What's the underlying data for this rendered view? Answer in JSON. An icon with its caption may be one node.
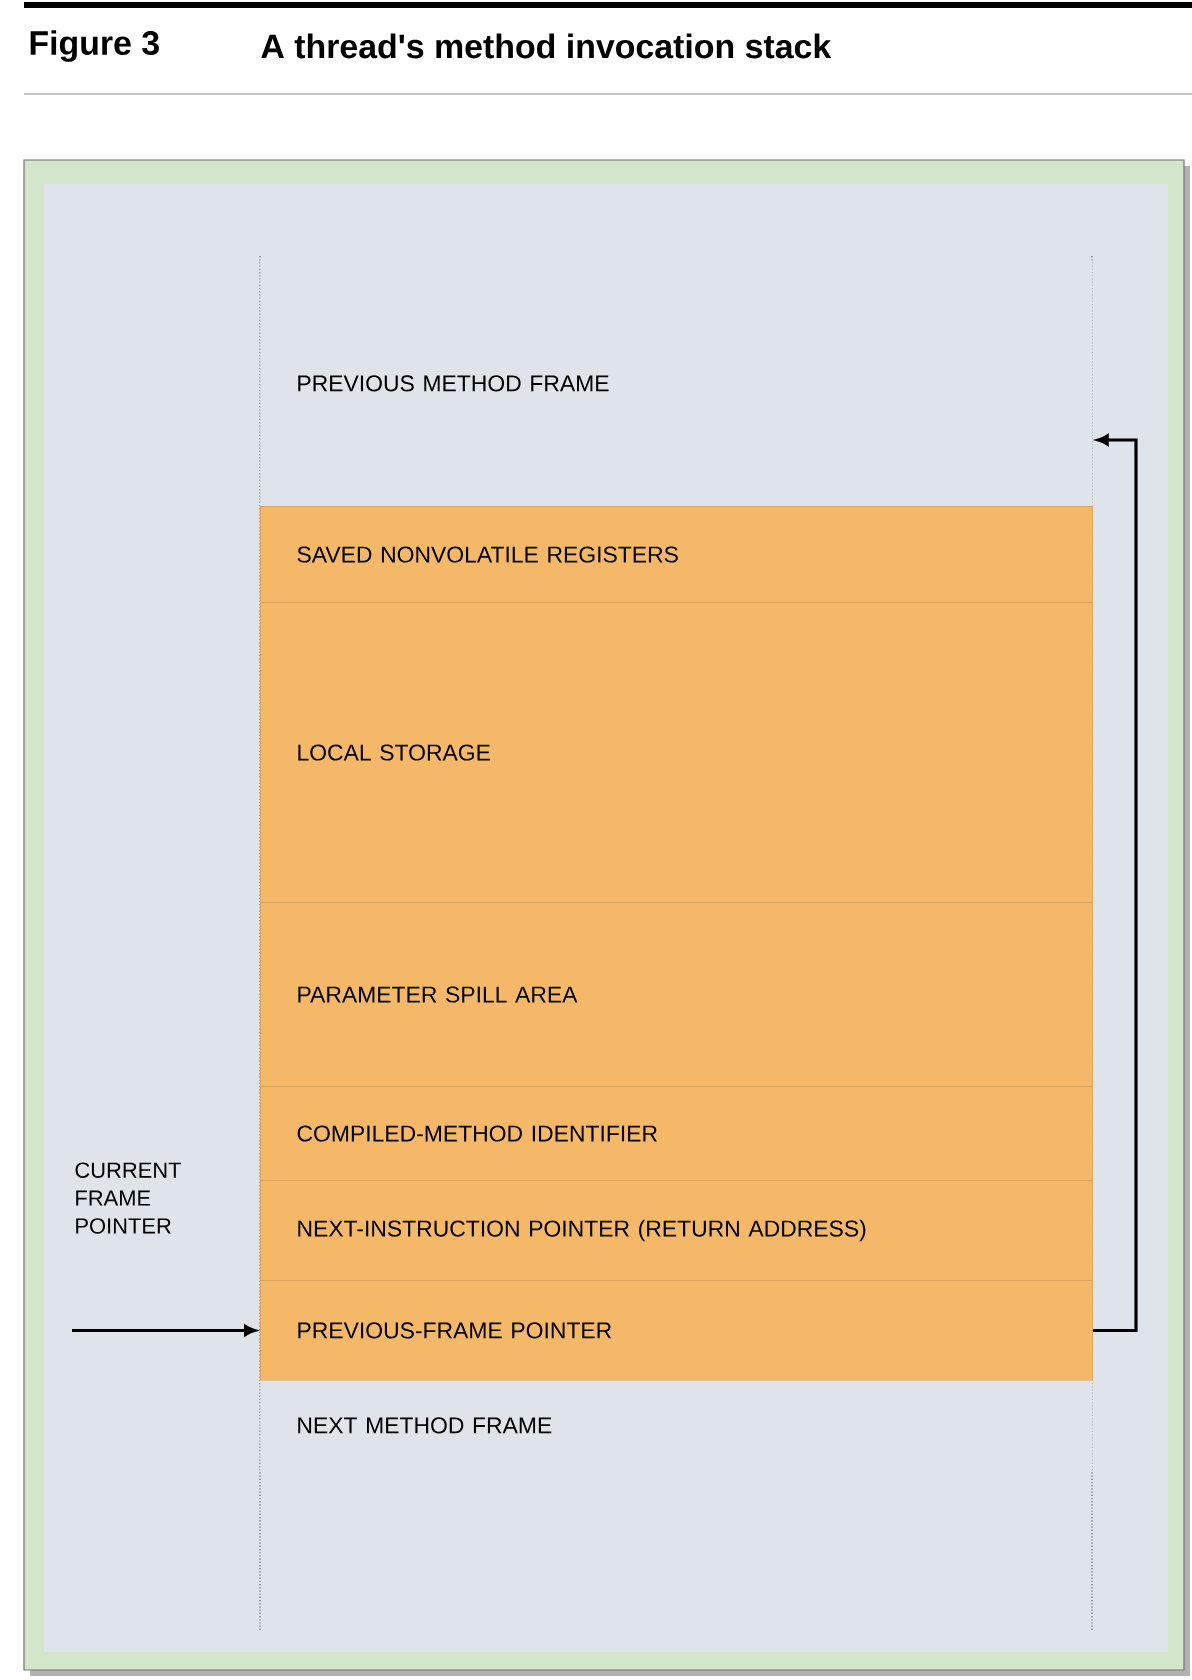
{
  "diagram": {
    "title": "A thread's method invocation stack",
    "nodes": [
      {
        "text": [
          "PREVIOUS METHOD FRAME"
        ]
      },
      {
        "text": [
          "SAVED NONVOLATILE REGISTERS"
        ]
      },
      {
        "text": [
          "LOCAL STORAGE"
        ]
      },
      {
        "text": [
          "PARAMETER SPILL AREA"
        ]
      },
      {
        "text": [
          "COMPILED-METHOD IDENTIFIER"
        ]
      },
      {
        "text": [
          "NEXT-INSTRUCTION POINTER (RETURN ADDRESS)"
        ]
      },
      {
        "text": [
          "PREVIOUS-FRAME POINTER"
        ]
      },
      {
        "text": [
          "NEXT METHOD FRAME"
        ]
      },
      {
        "text": [
          "CURRENT FRAME POINTER"
        ]
      }
    ],
    "edges": [
      {
        "from": 8,
        "to": 6,
        "arrow": "to"
      },
      {
        "from": 6,
        "to": 0,
        "arrow": "to"
      }
    ],
    "labels": [
      "Figure 3"
    ]
  }
}
